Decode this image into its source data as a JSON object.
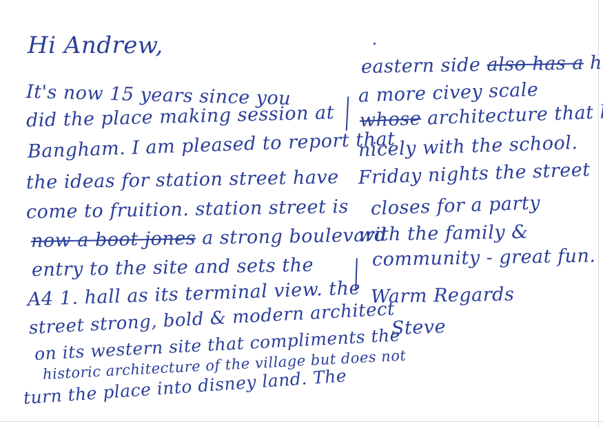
{
  "letter": {
    "greeting": "Hi Andrew,",
    "left_column": [
      "It's now 15 years since you",
      "did the place making session at",
      "Bangham. I am pleased to report that",
      "the ideas for station street have",
      "come to fruition. station street is",
      "a strong boulevard",
      "entry to the site and sets the",
      "A4 1. hall as its terminal view. the",
      "street strong, bold & modern architect",
      "on its western site that compliments the",
      "historic architecture of the village but does not",
      "turn the place into disney land. The"
    ],
    "left_column_struck": {
      "line6": "now a boot jones"
    },
    "right_column": [
      "eastern side",
      "has",
      "a more civey scale",
      "architecture that blends",
      "nicely with the school.",
      "Friday nights the street",
      "closes for a party",
      "with the family &",
      "community - great fun.",
      "Warm Regards",
      "Steve"
    ],
    "right_column_struck": {
      "line1": "also has a",
      "line3": "whose"
    }
  }
}
